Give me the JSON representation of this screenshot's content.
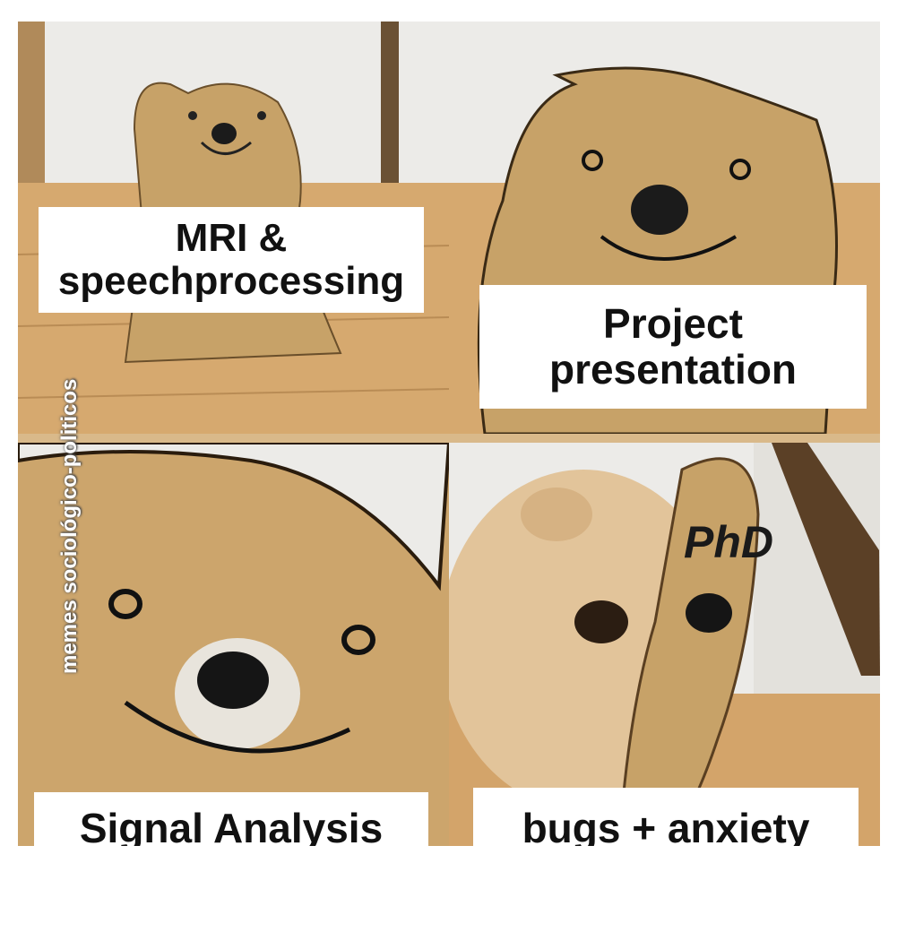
{
  "captions": {
    "panel1": "MRI & speechprocessing",
    "panel2": "Project presentation",
    "panel3": "Signal Analysis",
    "panel4": "bugs + anxiety"
  },
  "overlay_text": "PhD",
  "watermark": "memes sociológico-politicos",
  "colors": {
    "cardboard": "#c9a56c",
    "floor": "#d9b07a",
    "wall": "#eeeeec",
    "caption_bg": "#ffffff"
  }
}
